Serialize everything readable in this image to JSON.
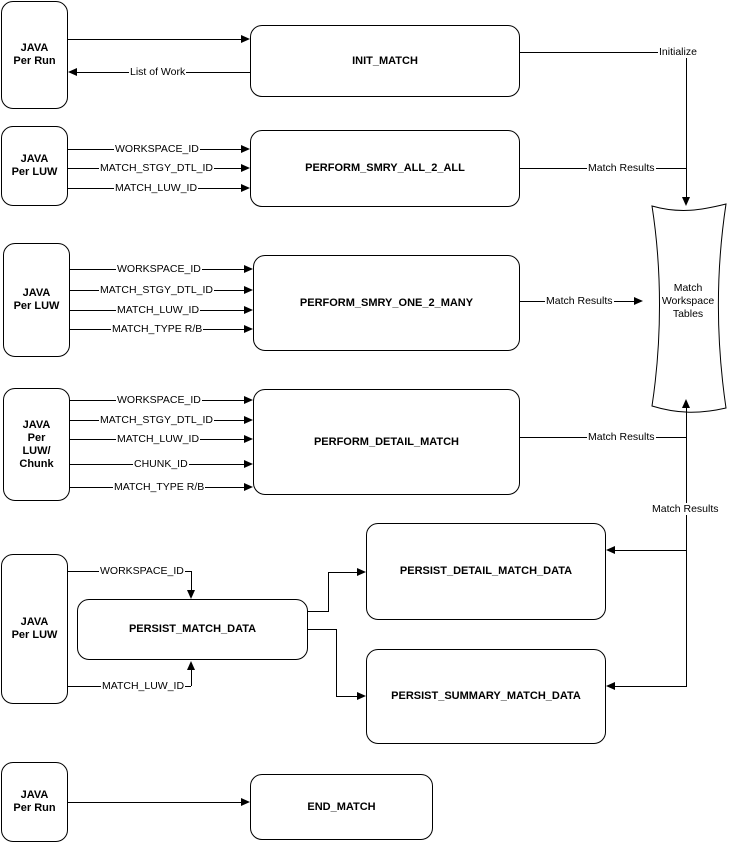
{
  "java_boxes": {
    "run1": "JAVA\nPer Run",
    "luw1": "JAVA\nPer LUW",
    "luw2": "JAVA\nPer LUW",
    "chunk": "JAVA\nPer\nLUW/\nChunk",
    "luw3": "JAVA\nPer LUW",
    "run2": "JAVA\nPer Run"
  },
  "process_boxes": {
    "init_match": "INIT_MATCH",
    "smry_all": "PERFORM_SMRY_ALL_2_ALL",
    "smry_one": "PERFORM_SMRY_ONE_2_MANY",
    "detail_match": "PERFORM_DETAIL_MATCH",
    "persist_match": "PERSIST_MATCH_DATA",
    "persist_detail": "PERSIST_DETAIL_MATCH_DATA",
    "persist_summary": "PERSIST_SUMMARY_MATCH_DATA",
    "end_match": "END_MATCH"
  },
  "tables": "Match\nWorkspace\nTables",
  "labels": {
    "list_of_work": "List of Work",
    "initialize": "Initialize",
    "match_results": "Match Results",
    "workspace_id": "WORKSPACE_ID",
    "match_stgy_dtl_id": "MATCH_STGY_DTL_ID",
    "match_luw_id": "MATCH_LUW_ID",
    "match_type": "MATCH_TYPE R/B",
    "chunk_id": "CHUNK_ID"
  }
}
